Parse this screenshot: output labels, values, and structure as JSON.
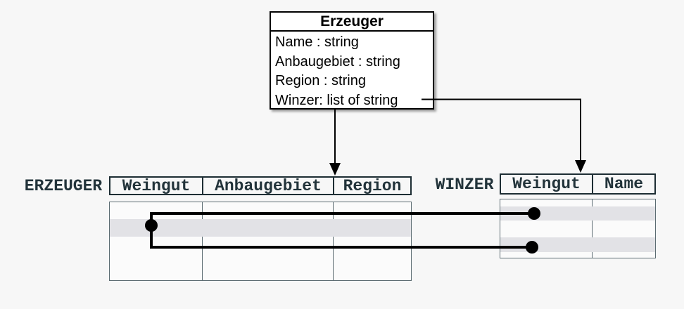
{
  "colors": {
    "background": "#f7f7f7",
    "box-border": "#000000",
    "table-text": "#22333a",
    "header-border": "#1d2d33",
    "body-border": "#5c6c72",
    "row-highlight": "#e2e2e6",
    "connector": "#000000"
  },
  "class_box": {
    "title": "Erzeuger",
    "attributes": [
      "Name : string",
      "Anbaugebiet : string",
      "Region : string",
      "Winzer: list of string"
    ]
  },
  "erzeuger_table": {
    "label": "ERZEUGER",
    "columns": [
      "Weingut",
      "Anbaugebiet",
      "Region"
    ]
  },
  "winzer_table": {
    "label": "WINZER",
    "columns": [
      "Weingut",
      "Name"
    ]
  }
}
